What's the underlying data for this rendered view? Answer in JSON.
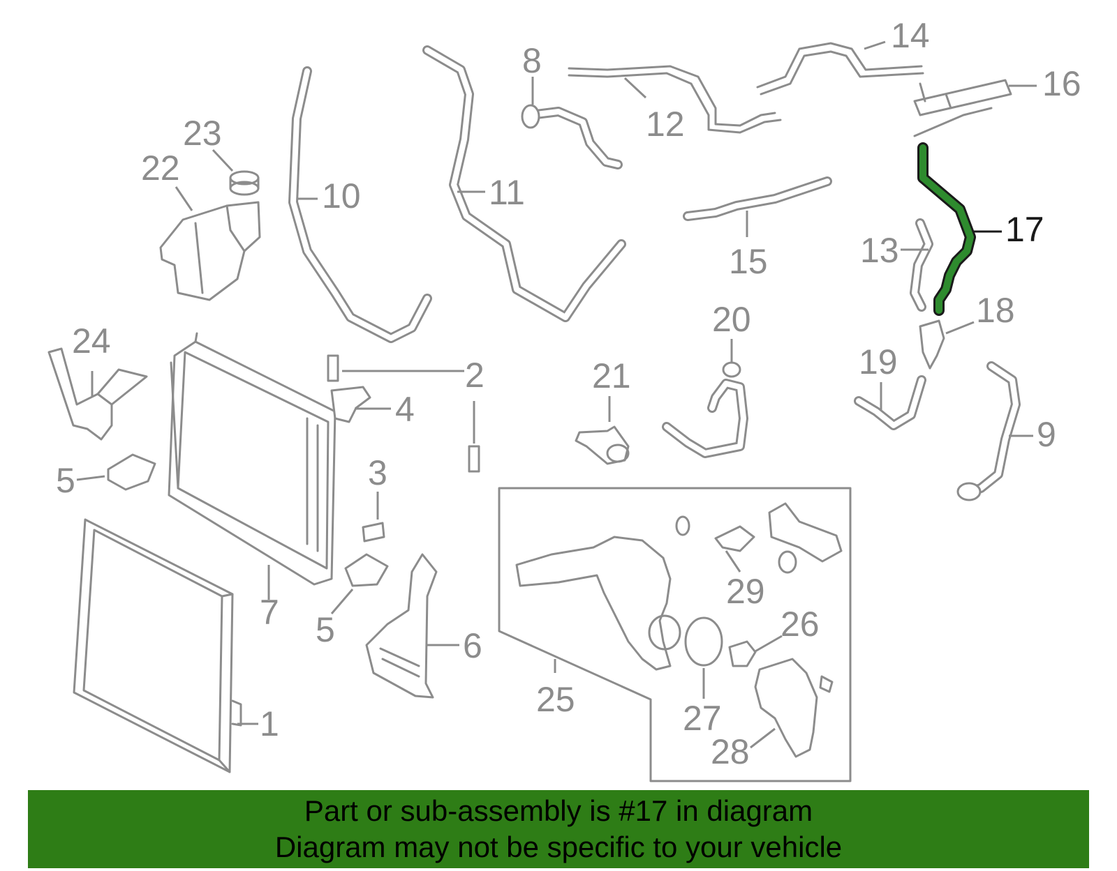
{
  "callouts": {
    "c1": "1",
    "c2": "2",
    "c3": "3",
    "c4": "4",
    "c5a": "5",
    "c5b": "5",
    "c6": "6",
    "c7": "7",
    "c8": "8",
    "c9": "9",
    "c10": "10",
    "c11": "11",
    "c12": "12",
    "c13": "13",
    "c14": "14",
    "c15": "15",
    "c16": "16",
    "c17": "17",
    "c18": "18",
    "c19": "19",
    "c20": "20",
    "c21": "21",
    "c22": "22",
    "c23": "23",
    "c24": "24",
    "c25": "25",
    "c26": "26",
    "c27": "27",
    "c28": "28",
    "c29": "29"
  },
  "banner": {
    "line1": "Part or sub-assembly is #17 in diagram",
    "line2": "Diagram may not be specific to your vehicle"
  },
  "colors": {
    "highlight": "#2e8b2e",
    "banner_bg": "#2e7d16",
    "part_stroke": "#8c8c8c"
  }
}
